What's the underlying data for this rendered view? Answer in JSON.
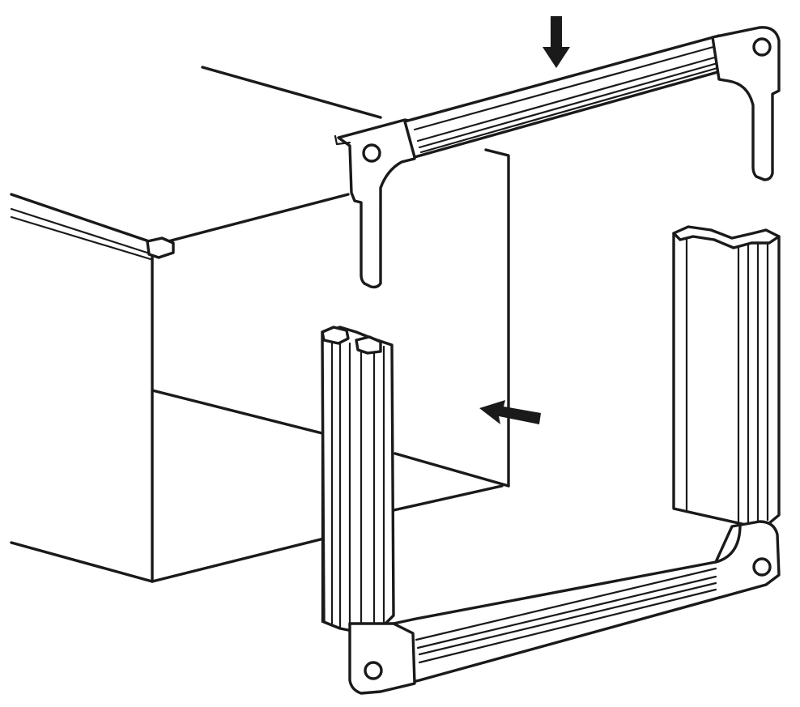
{
  "diagram": {
    "colors": {
      "line": "#1a1a1a",
      "background": "#ffffff"
    },
    "parts": [
      "duct-body",
      "top-flange-rail",
      "left-vertical-rail",
      "right-vertical-rail",
      "bottom-flange-rail"
    ],
    "arrows": [
      {
        "name": "down-arrow-icon",
        "direction": "down"
      },
      {
        "name": "left-arrow-icon",
        "direction": "left"
      }
    ]
  }
}
